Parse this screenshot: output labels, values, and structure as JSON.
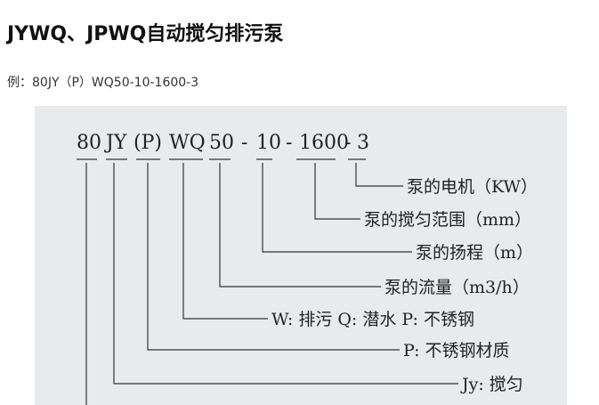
{
  "header": {
    "title": "JYWQ、JPWQ自动搅匀排污泵",
    "example": "例：80JY（P）WQ50-10-1600-3"
  },
  "diagram": {
    "code_parts": [
      {
        "id": "diameter",
        "text": "80"
      },
      {
        "id": "jy",
        "text": "JY"
      },
      {
        "id": "p",
        "text": "(P)"
      },
      {
        "id": "wq",
        "text": "WQ"
      },
      {
        "id": "flow",
        "text": "50"
      },
      {
        "id": "dash1",
        "text": "-"
      },
      {
        "id": "head",
        "text": "10"
      },
      {
        "id": "dash2",
        "text": "-"
      },
      {
        "id": "stir",
        "text": "1600"
      },
      {
        "id": "dash3",
        "text": "-"
      },
      {
        "id": "power",
        "text": "3"
      }
    ],
    "labels": [
      {
        "id": "power",
        "text": "泵的电机（KW）"
      },
      {
        "id": "stir",
        "text": "泵的搅匀范围（mm）"
      },
      {
        "id": "head",
        "text": "泵的扬程（m）"
      },
      {
        "id": "flow",
        "text": "泵的流量（m3/h）"
      },
      {
        "id": "wq",
        "text": "W: 排污 Q: 潜水 P: 不锈钢"
      },
      {
        "id": "p",
        "text": "P: 不锈钢材质"
      },
      {
        "id": "jy",
        "text": "Jy: 搅匀"
      }
    ]
  }
}
